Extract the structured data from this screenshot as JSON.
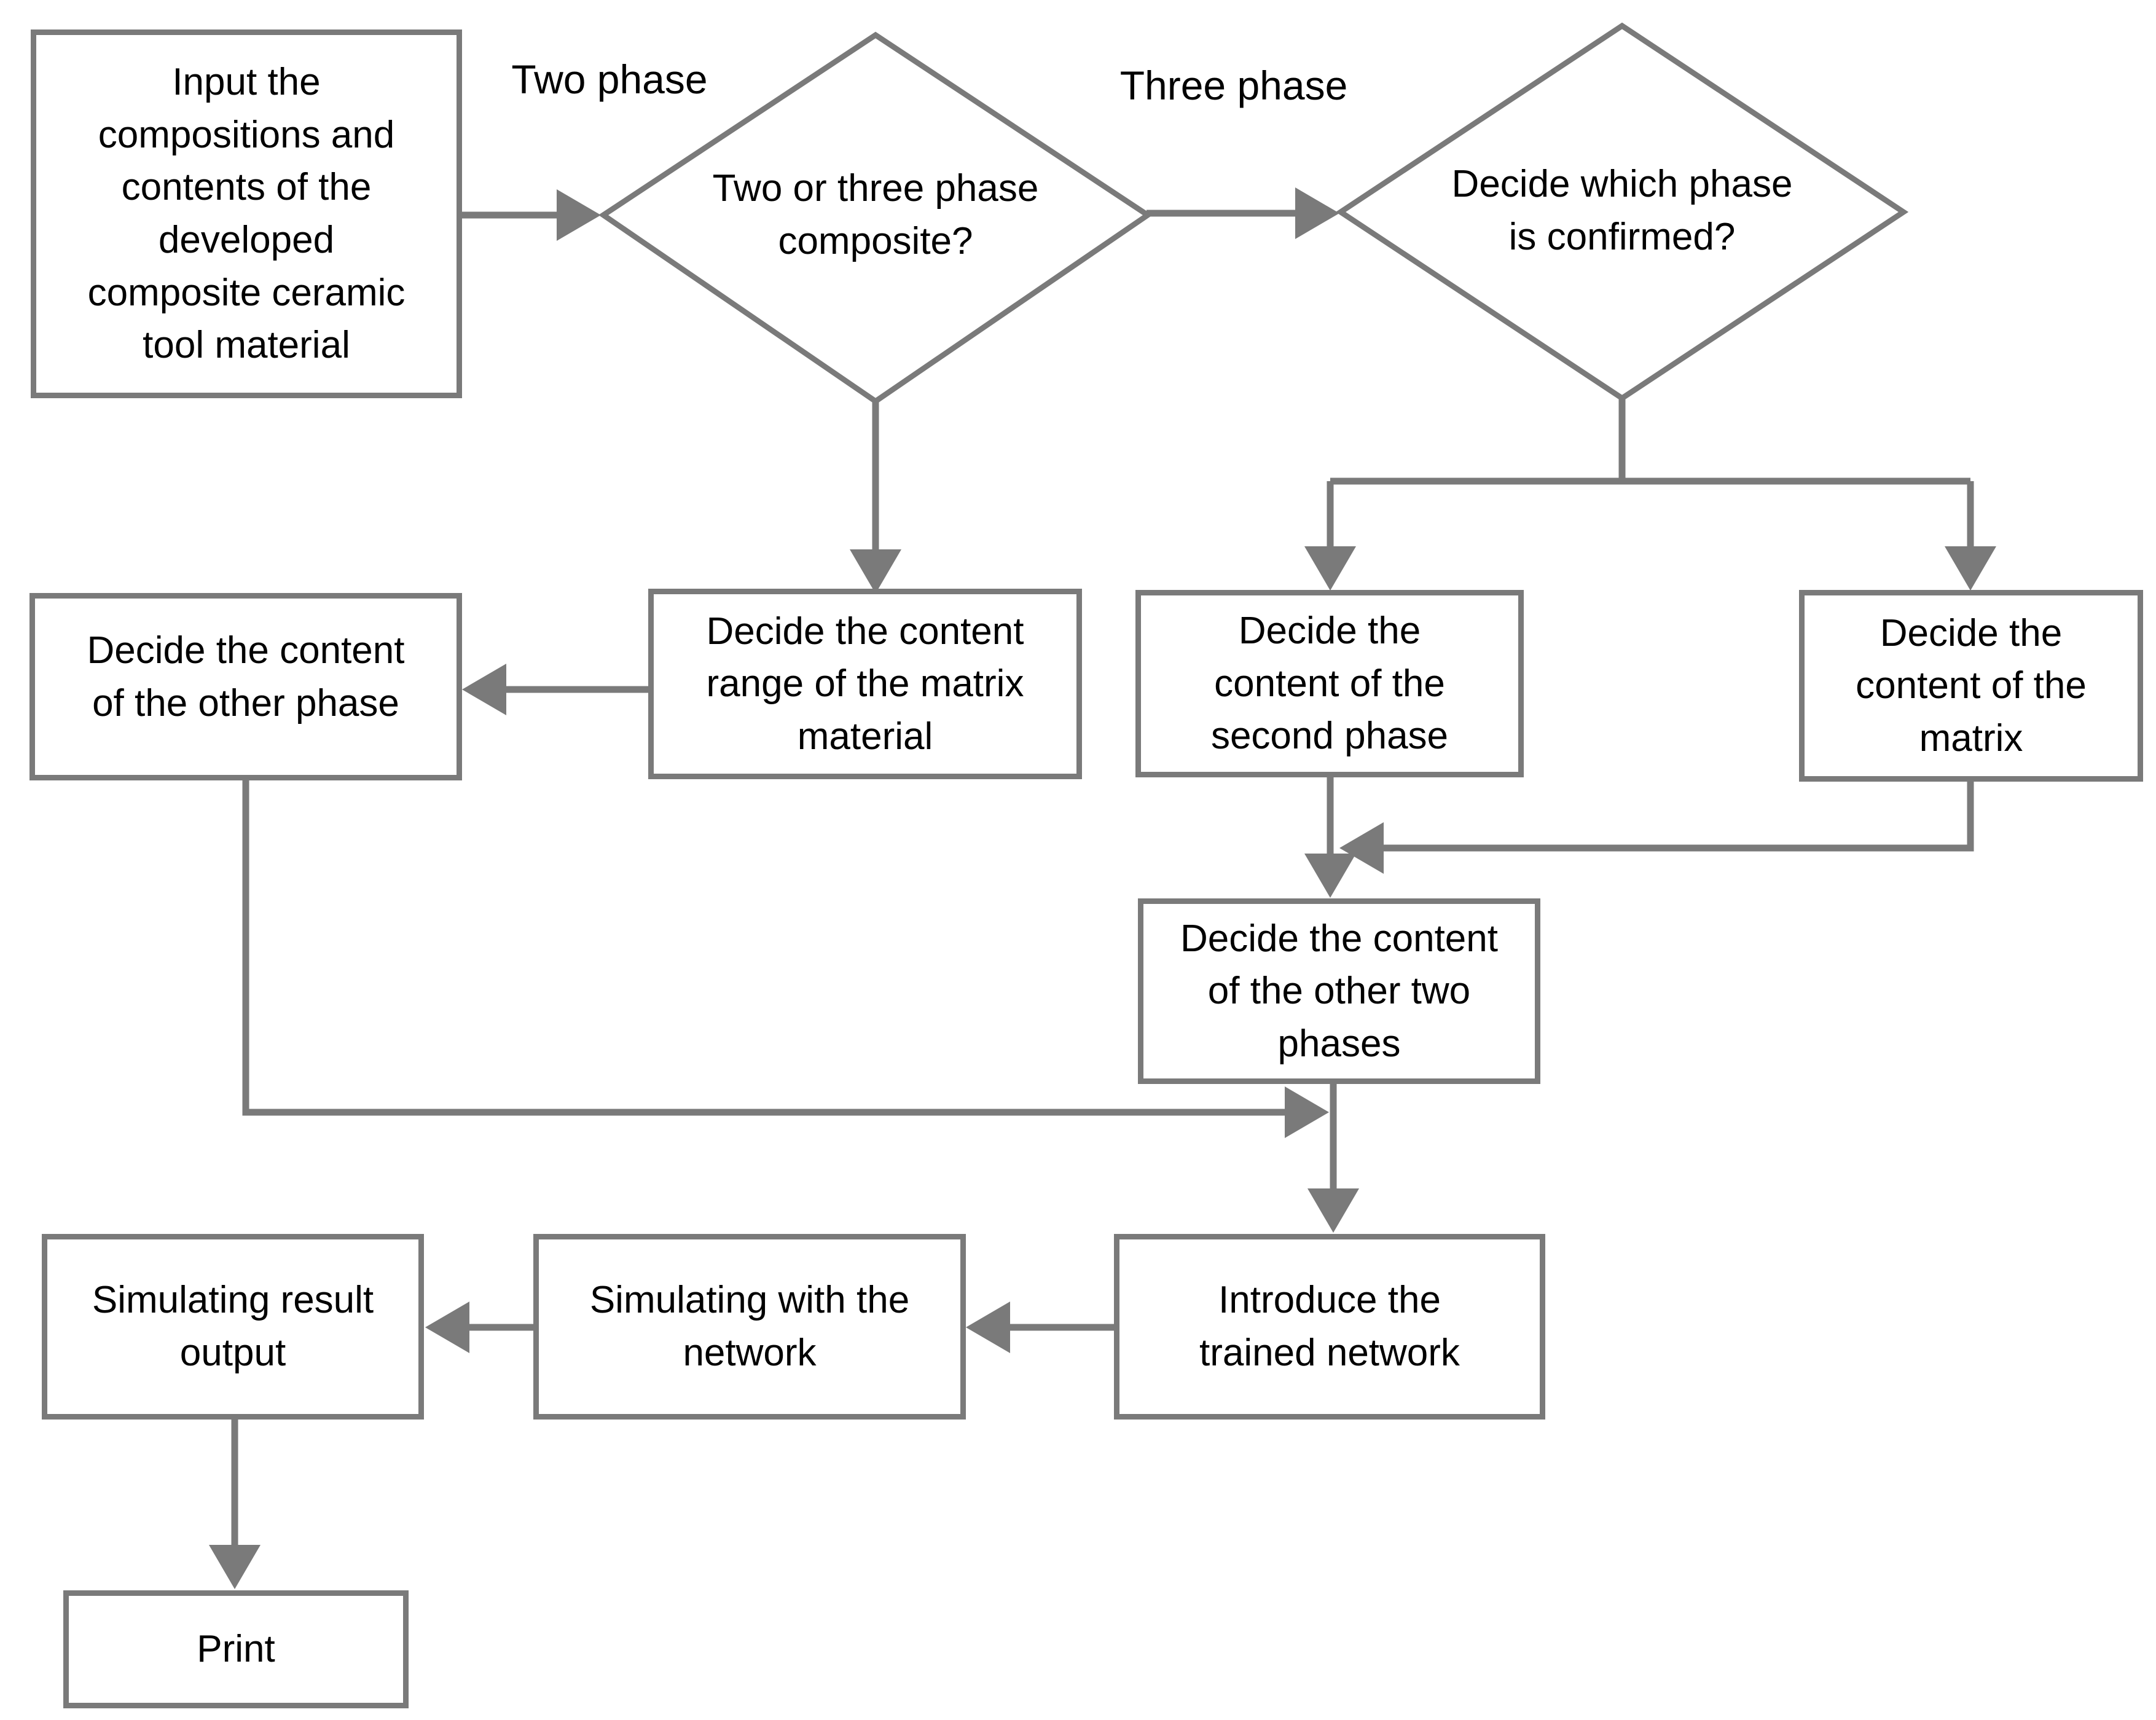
{
  "canvas": {
    "background_color": "#ffffff",
    "line_color": "#7a7a7a",
    "text_color": "#000000"
  },
  "nodes": {
    "input": {
      "label": "Input the\ncompositions and\ncontents of the\ndeveloped\ncomposite ceramic\ntool material"
    },
    "decision_two_or_three": {
      "label": "Two or three phase\ncomposite?"
    },
    "decision_which_phase": {
      "label": "Decide which phase\nis confirmed?"
    },
    "matrix_range": {
      "label": "Decide the content\nrange of the matrix\nmaterial"
    },
    "other_phase": {
      "label": "Decide the content\nof the other phase"
    },
    "second_phase": {
      "label": "Decide the\ncontent of the\nsecond phase"
    },
    "matrix_content": {
      "label": "Decide the\ncontent of the\nmatrix"
    },
    "other_two_phases": {
      "label": "Decide the content\nof the other two\nphases"
    },
    "introduce_network": {
      "label": "Introduce the\ntrained network"
    },
    "simulate_network": {
      "label": "Simulating with the\nnetwork"
    },
    "simulating_result": {
      "label": "Simulating result\noutput"
    },
    "print": {
      "label": "Print"
    }
  },
  "edge_labels": {
    "two_phase": "Two phase",
    "three_phase": "Three phase"
  }
}
